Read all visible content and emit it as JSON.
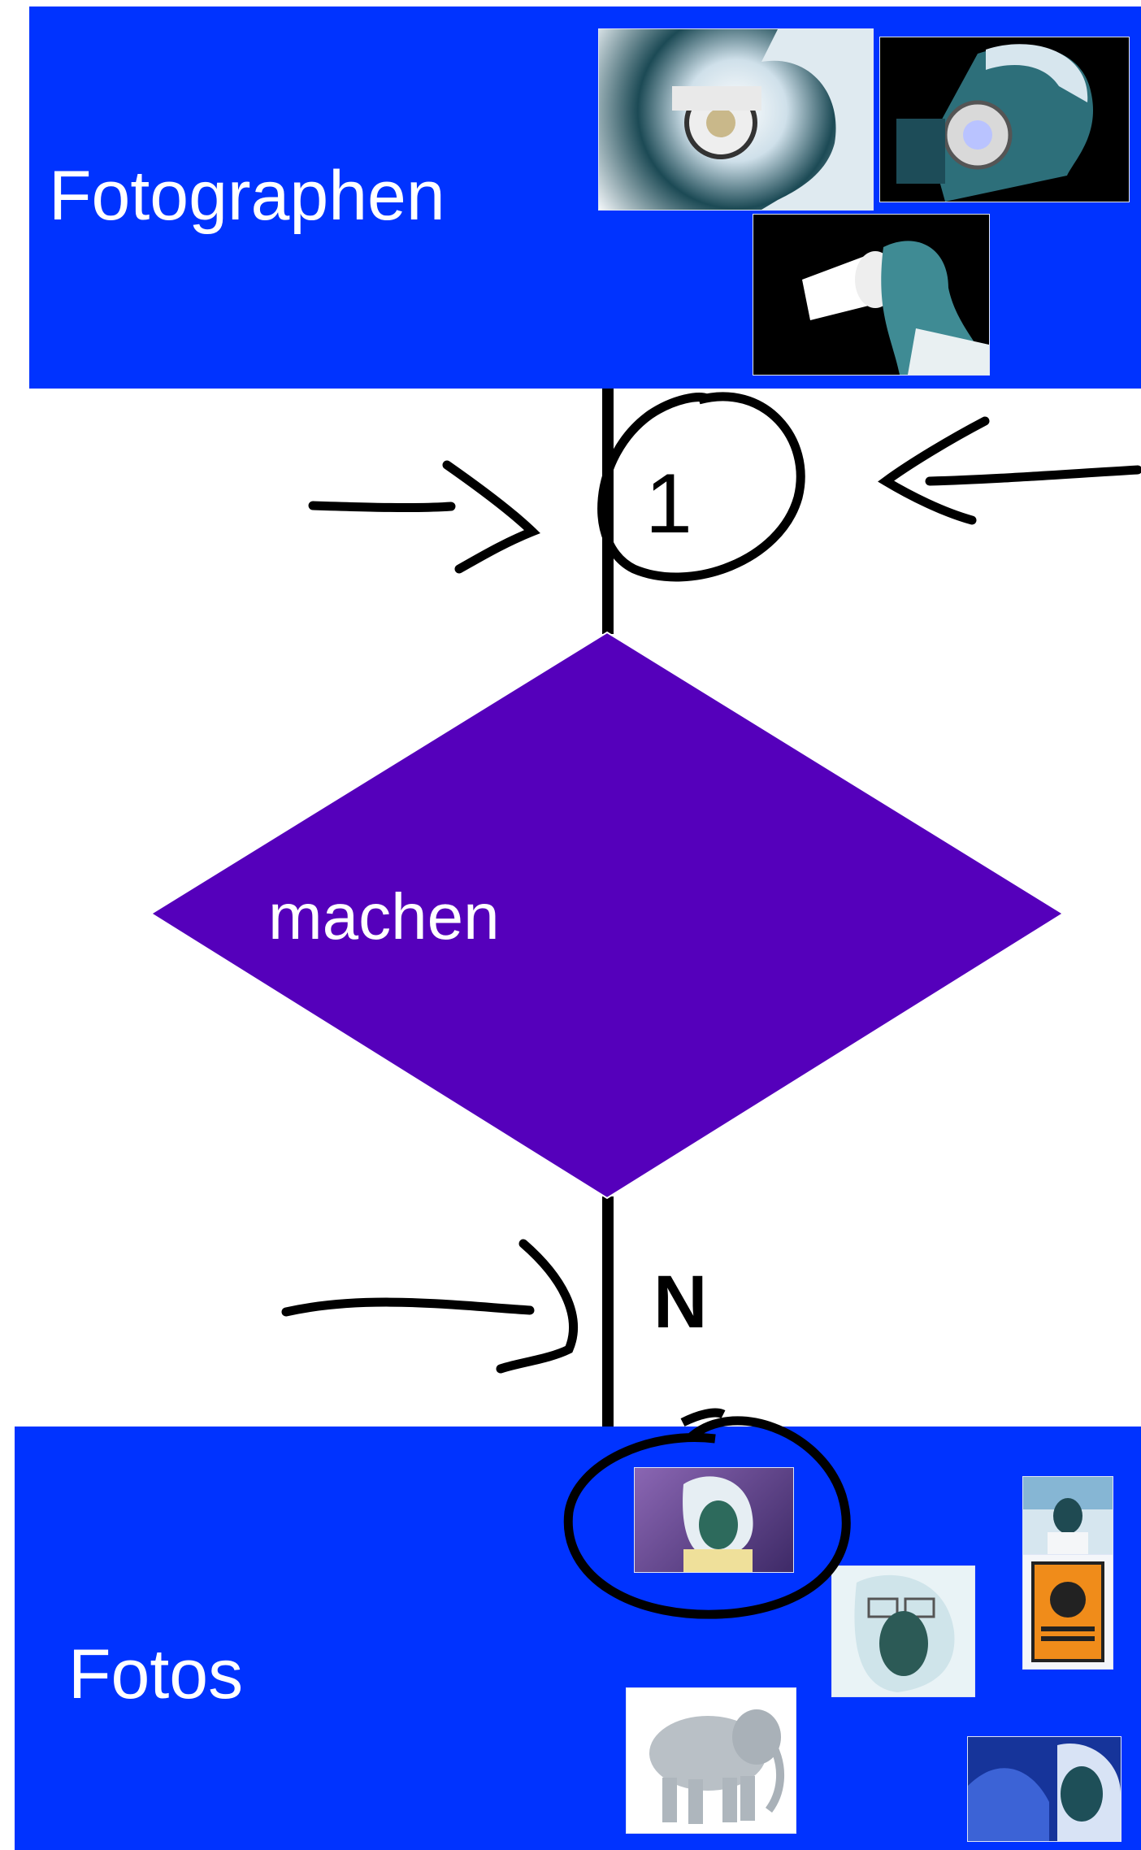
{
  "entities": {
    "top": {
      "label": "Fotographen",
      "color": "#0033ff"
    },
    "bottom": {
      "label": "Fotos",
      "color": "#0033ff"
    }
  },
  "relationship": {
    "label": "machen",
    "color": "#5500bb"
  },
  "cardinality": {
    "top": "1",
    "bottom": "N"
  },
  "pen_color": "#000000",
  "photos": {
    "top": [
      {
        "icon": "photographer-negative-photo"
      },
      {
        "icon": "photographer-negative-photo"
      },
      {
        "icon": "photographer-negative-photo"
      }
    ],
    "bottom": [
      {
        "icon": "portrait-negative-photo"
      },
      {
        "icon": "portrait-negative-photo"
      },
      {
        "icon": "portrait-negative-photo"
      },
      {
        "icon": "sign-negative-photo"
      },
      {
        "icon": "elephant-negative-photo"
      },
      {
        "icon": "portrait-negative-photo"
      }
    ]
  }
}
